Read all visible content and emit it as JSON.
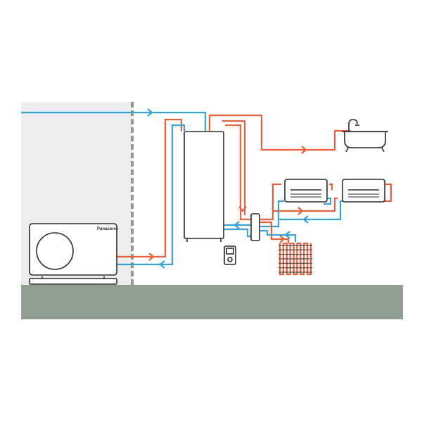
{
  "colors": {
    "hot_pipe": "#e8613a",
    "cold_pipe": "#3aa0d8",
    "outdoor_wall": "#ececec",
    "wall_divider": "#8e9b92",
    "ground": "#8fa093",
    "outline": "#2b2b2b"
  },
  "outdoor_unit": {
    "brand": "Panasonic"
  },
  "components": [
    "outdoor-heat-pump-unit",
    "hot-water-storage-tank",
    "wall-controller",
    "hydraulic-separator",
    "fan-coil-unit",
    "underfloor-heating-coil",
    "bathtub"
  ]
}
